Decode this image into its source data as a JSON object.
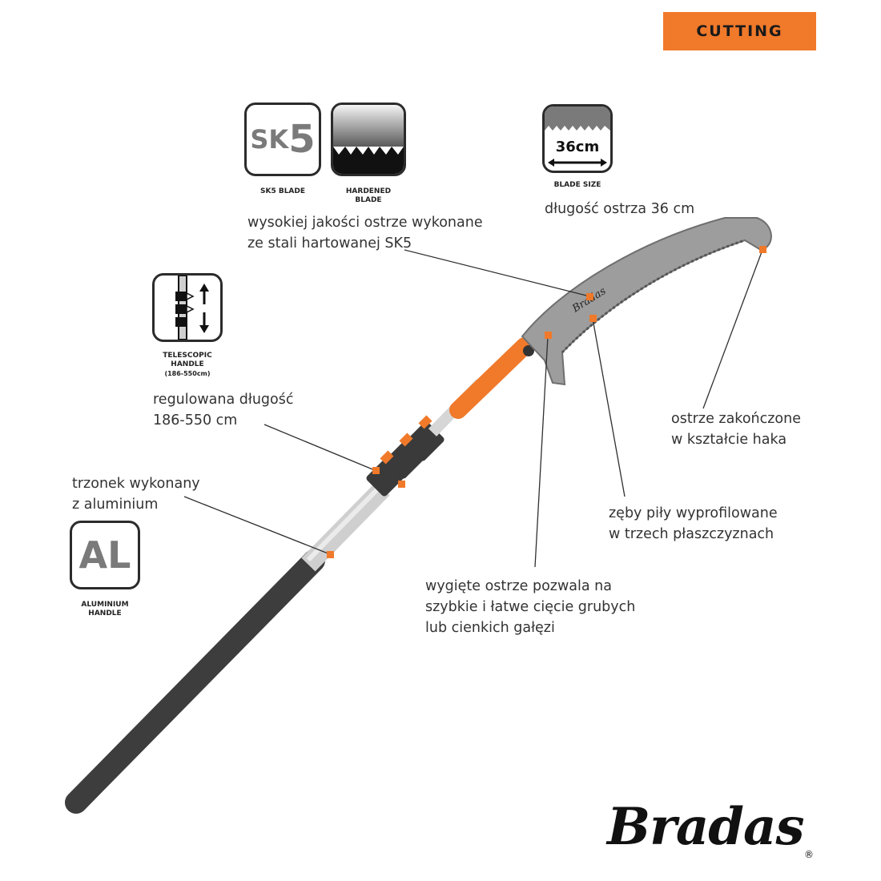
{
  "badge": {
    "label": "CUTTING"
  },
  "icons": {
    "sk5": {
      "glyph_prefix": "SK",
      "glyph_number": "5",
      "caption": "SK5 BLADE"
    },
    "hardened": {
      "caption_line1": "HARDENED",
      "caption_line2": "BLADE"
    },
    "blade_size": {
      "value": "36cm",
      "caption": "BLADE SIZE"
    },
    "telescopic": {
      "caption_line1": "TELESCOPIC",
      "caption_line2": "HANDLE",
      "caption_line3": "(186-550cm)"
    },
    "aluminium": {
      "glyph": "AL",
      "caption_line1": "ALUMINIUM",
      "caption_line2": "HANDLE"
    }
  },
  "descriptions": {
    "blade_quality": {
      "line1": "wysokiej jakości ostrze wykonane",
      "line2": "ze stali hartowanej SK5"
    },
    "blade_length": {
      "line1": "długość ostrza 36 cm"
    },
    "adjustable_length": {
      "line1": "regulowana długość",
      "line2": "186-550 cm"
    },
    "shaft": {
      "line1": "trzonek wykonany",
      "line2": "z aluminium"
    },
    "hook_tip": {
      "line1": "ostrze zakończone",
      "line2": "w kształcie haka"
    },
    "teeth": {
      "line1": "zęby piły wyprofilowane",
      "line2": "w trzech płaszczyznach"
    },
    "curved_blade": {
      "line1": "wygięte ostrze pozwala na",
      "line2": "szybkie i łatwe cięcie grubych",
      "line3": "lub cienkich gałęzi"
    }
  },
  "brand": {
    "logo_text": "Bradas",
    "registered": "®",
    "blade_imprint": "Bradas"
  },
  "colors": {
    "accent": "#f0792a",
    "dark": "#2b2b2b",
    "blade": "#9a9a9a",
    "pole": "#3d3d3d",
    "aluminium": "#d0d0d0"
  }
}
